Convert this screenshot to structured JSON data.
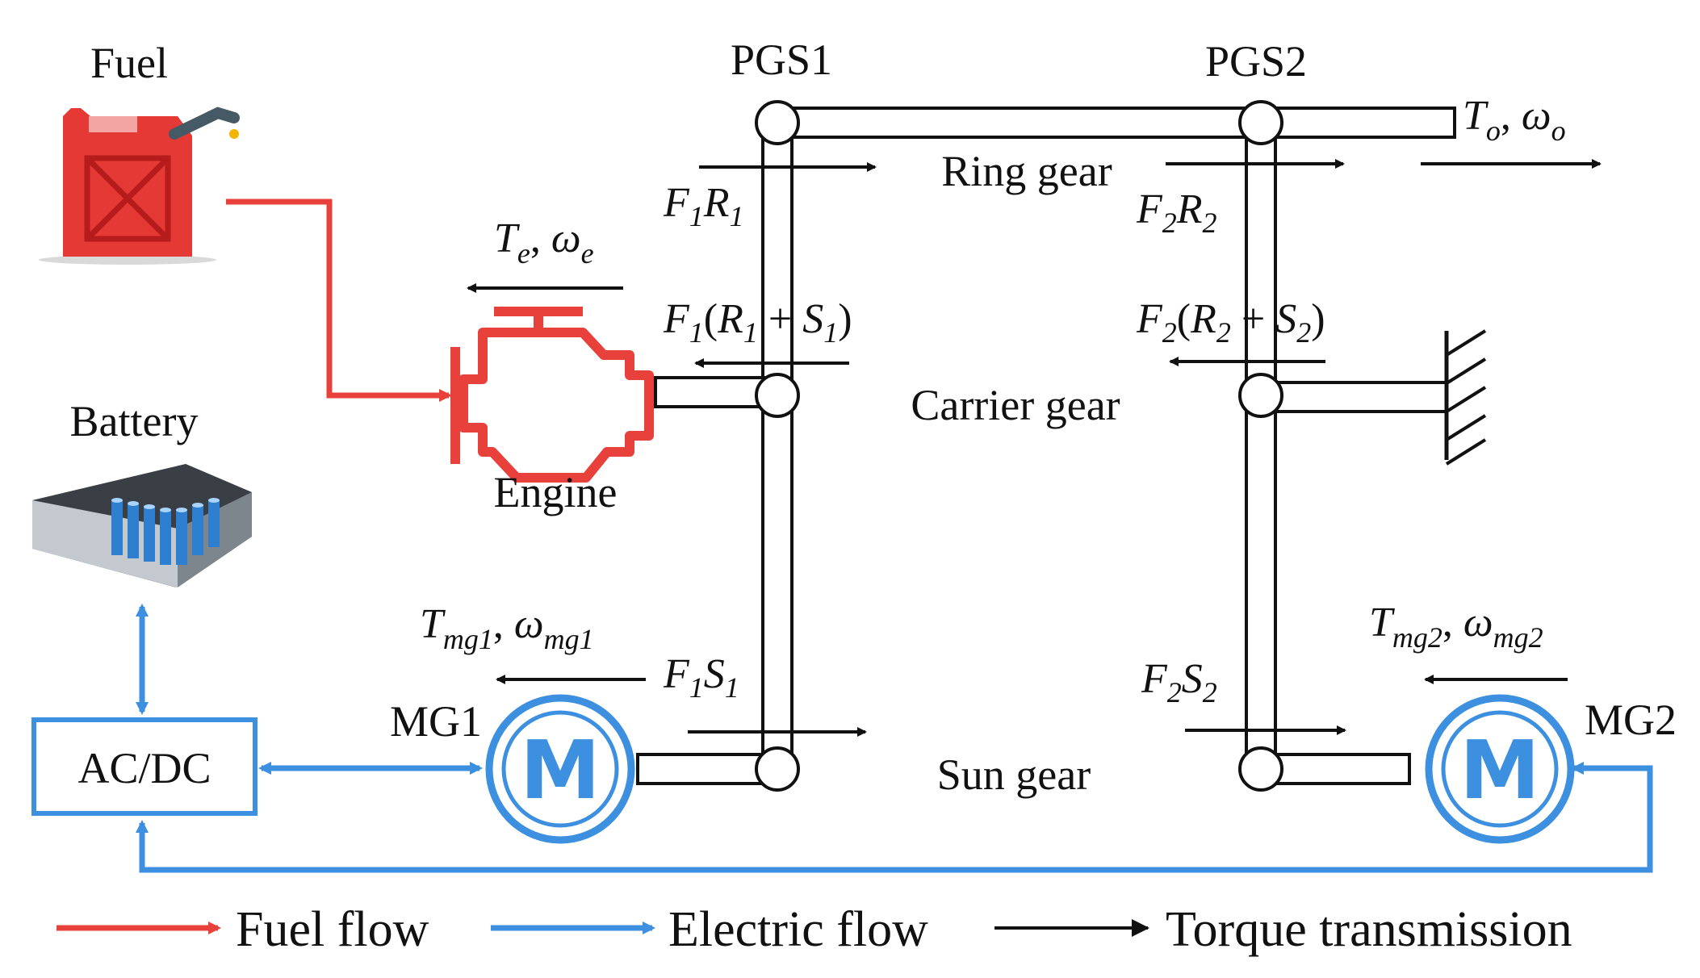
{
  "labels": {
    "fuel": "Fuel",
    "battery": "Battery",
    "engine": "Engine",
    "acdc": "AC/DC",
    "mg1": "MG1",
    "mg2": "MG2",
    "pgs1": "PGS1",
    "pgs2": "PGS2",
    "ring_gear": "Ring gear",
    "carrier_gear": "Carrier gear",
    "sun_gear": "Sun gear",
    "motor_symbol": "M"
  },
  "math": {
    "engine_torque": {
      "a": "T",
      "a_sub": "e",
      "b": "ω",
      "b_sub": "e"
    },
    "output_torque": {
      "a": "T",
      "a_sub": "o",
      "b": "ω",
      "b_sub": "o"
    },
    "mg1_torque": {
      "a": "T",
      "a_sub": "mg1",
      "b": "ω",
      "b_sub": "mg1"
    },
    "mg2_torque": {
      "a": "T",
      "a_sub": "mg2",
      "b": "ω",
      "b_sub": "mg2"
    },
    "f1r1": {
      "a": "F",
      "a_sub": "1",
      "b": "R",
      "b_sub": "1"
    },
    "f2r2": {
      "a": "F",
      "a_sub": "2",
      "b": "R",
      "b_sub": "2"
    },
    "f1s1": {
      "a": "F",
      "a_sub": "1",
      "b": "S",
      "b_sub": "1"
    },
    "f2s2": {
      "a": "F",
      "a_sub": "2",
      "b": "S",
      "b_sub": "2"
    },
    "f1_carrier": {
      "f": "F",
      "f_sub": "1",
      "r": "R",
      "r_sub": "1",
      "s": "S",
      "s_sub": "1"
    },
    "f2_carrier": {
      "f": "F",
      "f_sub": "2",
      "r": "R",
      "r_sub": "2",
      "s": "S",
      "s_sub": "2"
    }
  },
  "legend": {
    "fuel_flow": "Fuel flow",
    "electric_flow": "Electric flow",
    "torque_transmission": "Torque transmission"
  },
  "colors": {
    "fuel": "#e8413b",
    "electric": "#3d8fe0",
    "torque": "#111111"
  },
  "icons": [
    "fuel-can-icon",
    "battery-pack-icon",
    "engine-icon",
    "motor-icon",
    "ground-icon"
  ]
}
